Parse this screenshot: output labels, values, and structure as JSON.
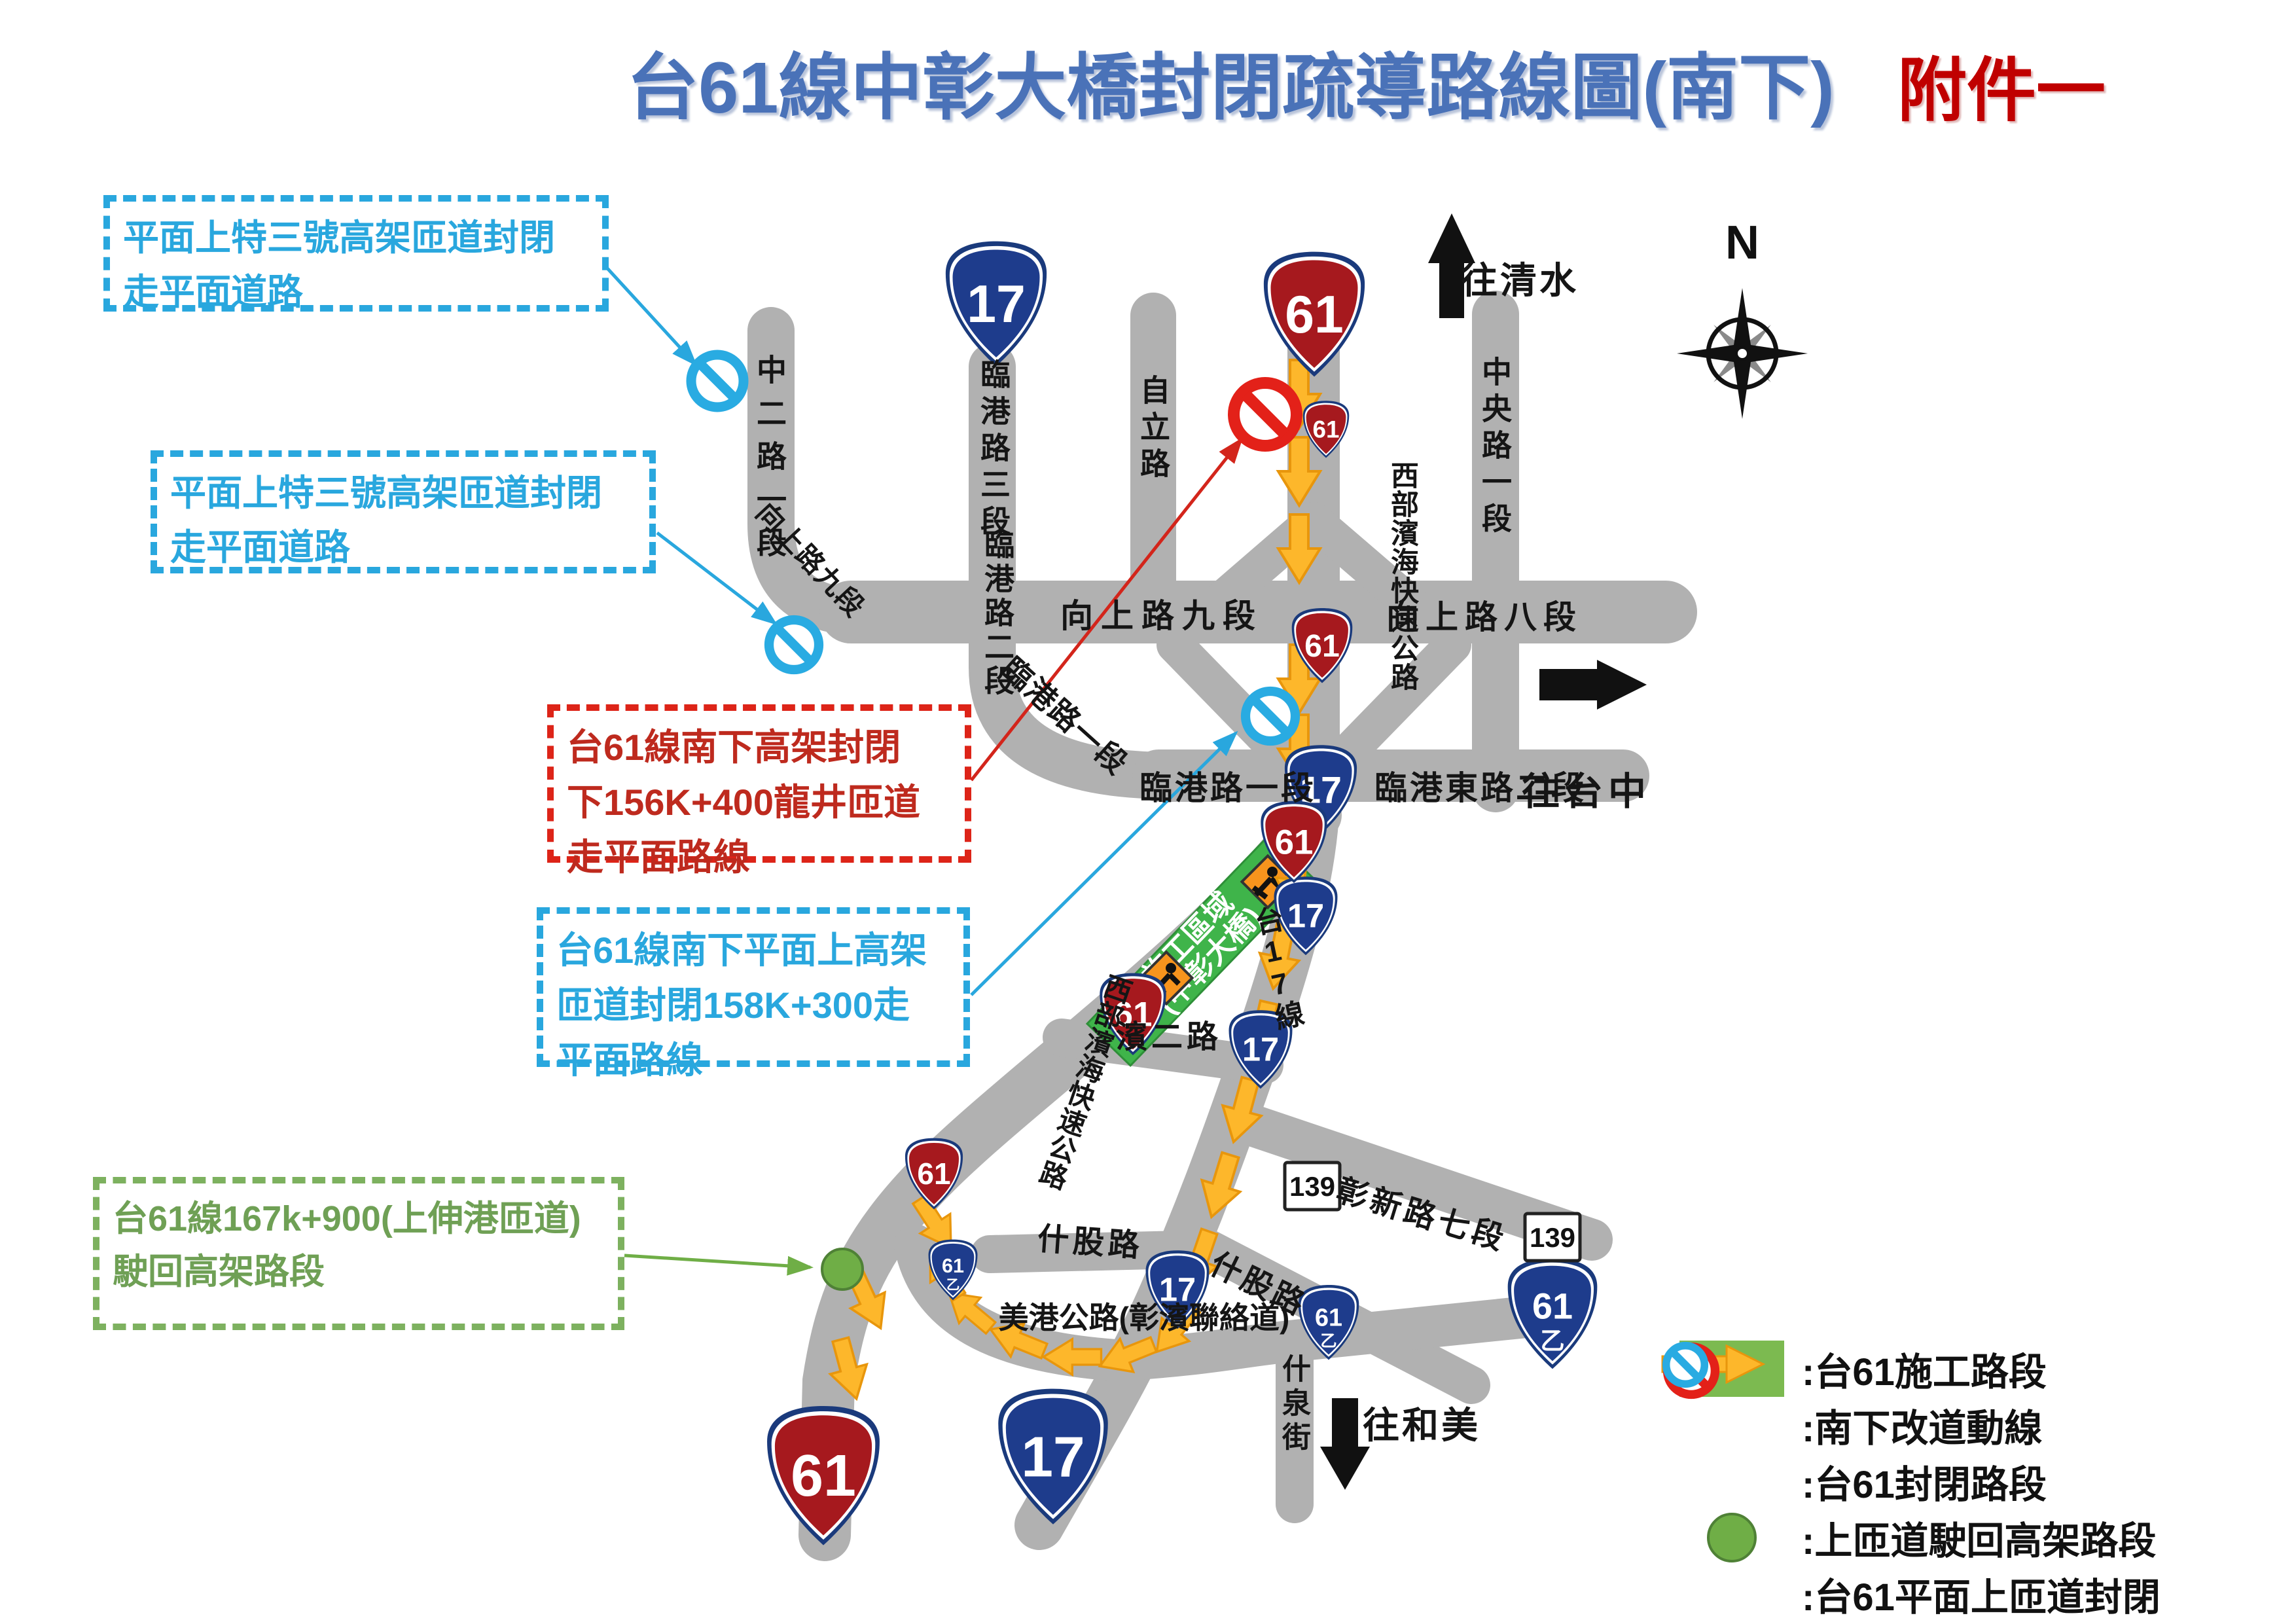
{
  "title": {
    "main": "台61線中彰大橋封閉疏導路線圖(南下)",
    "attachment": "附件一"
  },
  "compass": {
    "north": "N"
  },
  "callouts": {
    "flat_ramp_closed": "平面上特三號高架匝道封閉\n走平面道路",
    "mainline_closure": "台61線南下高架封閉\n下156K+400龍井匝道\n走平面路線",
    "onramp_closure": "台61線南下平面上高架\n匝道封閉158K+300走\n平面路線",
    "return_ramp": "台61線167k+900(上伸港匝道)\n駛回高架路段"
  },
  "directions": {
    "qingshui": "往清水",
    "taichung": "往台中",
    "hemei": "往和美"
  },
  "roads": {
    "zhong2_rd_1": "中二路一段",
    "lingang_rd_3": "臨港路三段",
    "lingang_rd_2": "臨港路二段",
    "lingang_rd_1_curve": "臨港路一段",
    "lingang_rd_1": "臨港路一段",
    "lingang_east_rd_2": "臨港東路二段",
    "zili_rd": "自立路",
    "central_rd_1": "中央路一段",
    "west_coast_expwy": "西部濱海快速公路",
    "xiangshang_rd_9": "向上路九段",
    "xiangshang_rd_9_curve": "向上路九段",
    "xiangshang_rd_8": "向上路八段",
    "tai17_line": "台17線",
    "bin2_rd": "濱二路",
    "zhangxin_rd_7": "彰新路七段",
    "shigu_rd_w": "什股路",
    "shigu_rd_e": "什股路",
    "meigang_hwy": "美港公路(彰濱聯絡道)",
    "shiquan_st": "什泉街"
  },
  "construction_zone": {
    "line1": "施工區域",
    "line2": "(中彰大橋)"
  },
  "shields": {
    "hw61": "61",
    "hw17": "17",
    "hw139": "139",
    "hw61b_num": "61",
    "hw61b_sub": "乙"
  },
  "legend": {
    "items": [
      {
        "icon": "construction-segment-swatch",
        "label": ":台61施工路段"
      },
      {
        "icon": "southbound-diversion-arrow",
        "label": ":南下改道動線"
      },
      {
        "icon": "closed-segment-no-entry",
        "label": ":台61封閉路段"
      },
      {
        "icon": "return-to-elevated-circle",
        "label": ":上匝道駛回高架路段"
      },
      {
        "icon": "surface-onramp-closed",
        "label": ":台61平面上匝道封閉"
      }
    ]
  },
  "colors": {
    "road_gray": "#b1b1b1",
    "callout_cyan": "#29a7de",
    "callout_red": "#dd2418",
    "callout_green": "#7db15f",
    "arrow_yellow": "#fdb72b",
    "construction_green": "#3fb44a",
    "legend_green": "#7cba50",
    "no_entry_red": "#e32119",
    "no_entry_blue": "#29abe2",
    "return_circle_green": "#6fae46",
    "shield_red": "#a6191e",
    "shield_blue": "#1e3c8c",
    "title_blue": "#4a72b8",
    "attachment_red": "#c00000"
  }
}
